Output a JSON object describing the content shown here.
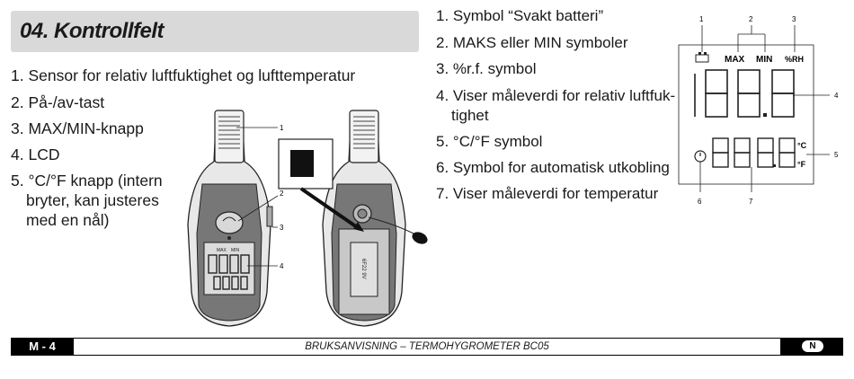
{
  "section": {
    "title": "04. Kontrollfelt"
  },
  "left_list": [
    "1. Sensor for relativ luftfuktighet og lufttemperatur",
    "2. På-/av-tast",
    "3. MAX/MIN-knapp",
    "4. LCD",
    "5. °C/°F knapp (intern",
    "bryter, kan justeres",
    "med en nål)"
  ],
  "right_list": [
    "1. Symbol “Svakt batteri”",
    "2. MAKS eller MIN symboler",
    "3. %r.f. symbol",
    "4. Viser måleverdi for relativ luftfuk-",
    "tighet",
    "5. °C/°F symbol",
    "6. Symbol for automatisk utkobling",
    "7. Viser måleverdi for temperatur"
  ],
  "device_callouts": [
    "1",
    "2",
    "3",
    "4"
  ],
  "device_lcd_labels": {
    "max": "MAX",
    "min": "MIN"
  },
  "battery_label": "6F22 9V",
  "lcd_diagram": {
    "callouts": [
      "1",
      "2",
      "3",
      "4",
      "5",
      "6",
      "7"
    ],
    "max": "MAX",
    "min": "MIN",
    "rh": "%RH",
    "celsius": "°C",
    "fahrenheit": "°F"
  },
  "footer": {
    "page": "M - 4",
    "text": "BRUKSANVISNING – TERMOHYGROMETER BC05",
    "lang": "N"
  }
}
